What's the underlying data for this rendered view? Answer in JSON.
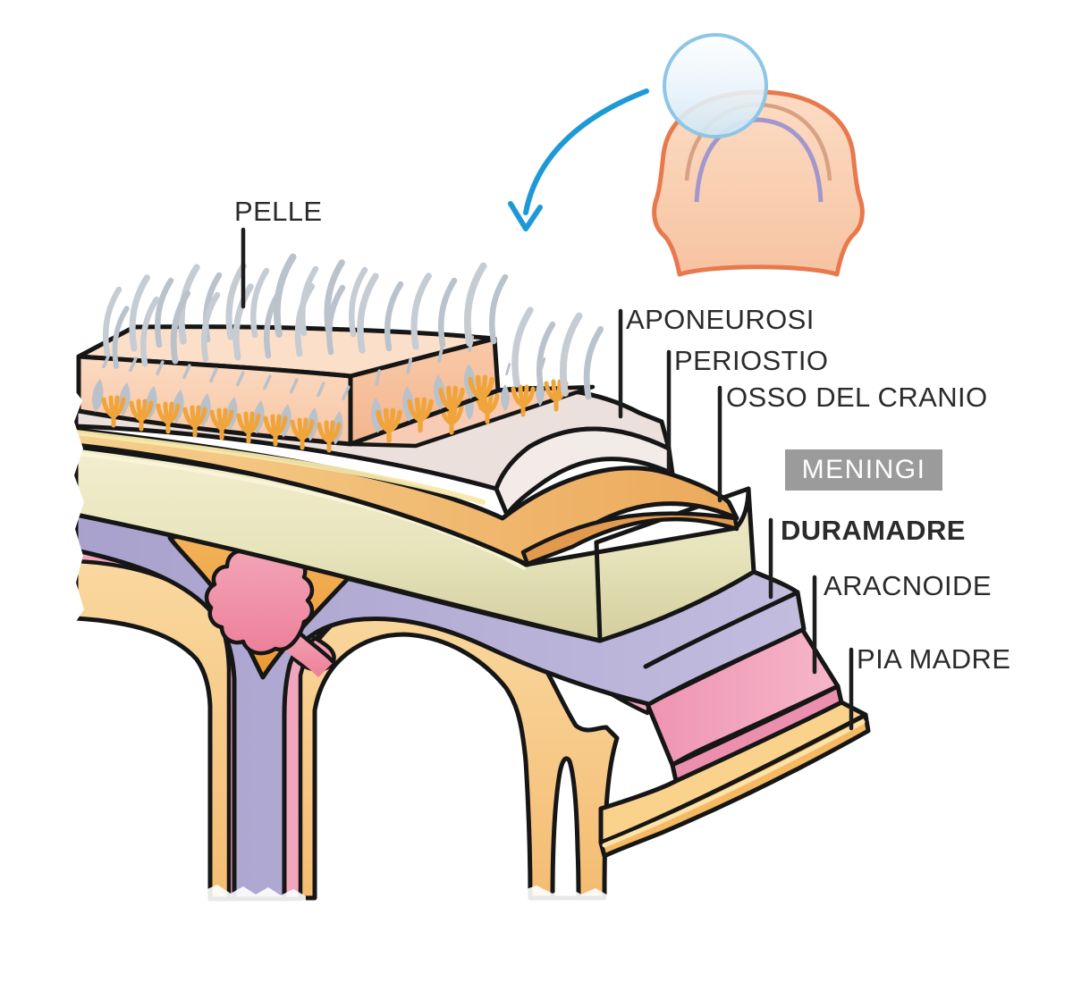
{
  "diagram": {
    "labels": {
      "pelle": "PELLE",
      "aponeurosi": "APONEUROSI",
      "periostio": "PERIOSTIO",
      "osso_del_cranio": "OSSO DEL CRANIO",
      "meningi": "MENINGI",
      "duramadre": "DURAMADRE",
      "aracnoide": "ARACNOIDE",
      "pia_madre": "PIA MADRE"
    },
    "colors": {
      "skin": "#f9cda8",
      "aponeurosis": "#ece0dc",
      "periosteum": "#f2c47f",
      "skull_bone": "#e6e2b8",
      "dura_mater": "#aea7d2",
      "arachnoid": "#f2a6be",
      "pia_mater": "#f8cb85",
      "sinus_orange": "#f0a94a",
      "granulation_pink": "#f093aa",
      "badge_gray": "#9b9b9b",
      "arrow_blue": "#1d9ad6",
      "head_outline": "#e8794e",
      "label_text": "#2b2b2b"
    }
  }
}
